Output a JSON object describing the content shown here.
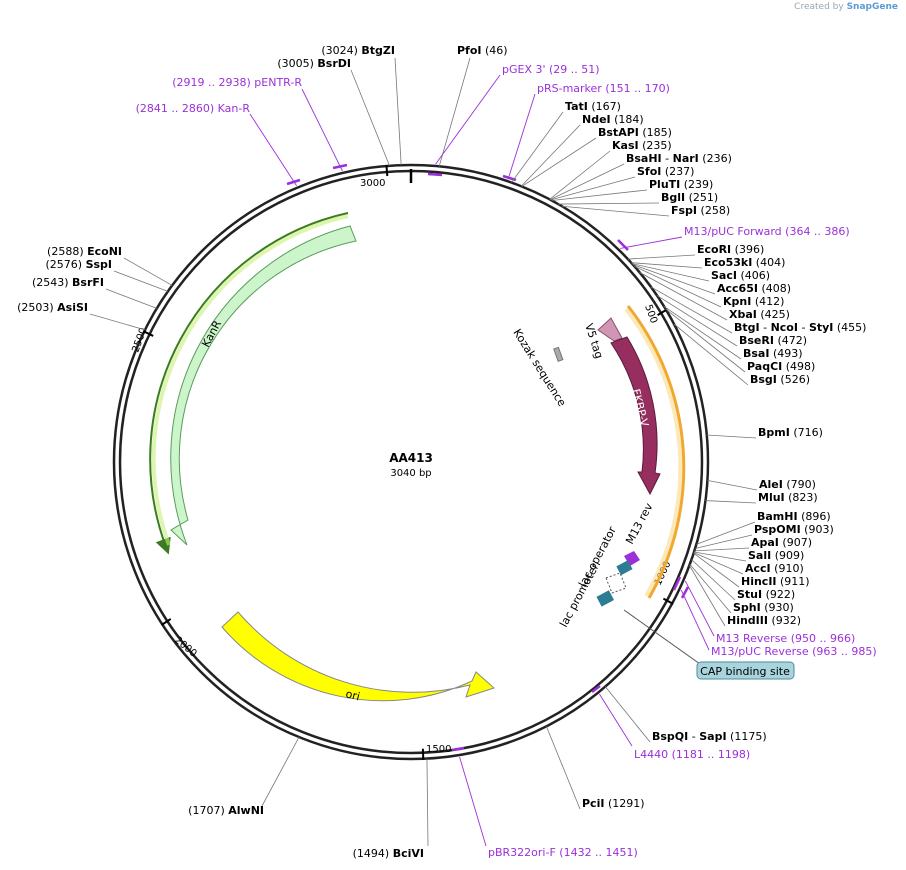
{
  "credit": {
    "prefix": "Created by",
    "brand": "SnapGene"
  },
  "plasmid": {
    "name": "AA413",
    "length_label": "3040 bp"
  },
  "ticks": [
    "500",
    "1000",
    "1500",
    "2000",
    "2500",
    "3000"
  ],
  "features": {
    "kanr": "KanR",
    "ori": "ori",
    "fkbp": "FKBP-V",
    "v5": "V5 tag",
    "kozak": "Kozak sequence",
    "m13rev": "M13 rev",
    "lacop": "lac operator",
    "lacprom": "lac promoter",
    "cap": "CAP binding site"
  },
  "sites_right": [
    {
      "name": "PfoI",
      "pos": "(46)"
    },
    {
      "name": "TatI",
      "pos": "(167)"
    },
    {
      "name": "NdeI",
      "pos": "(184)"
    },
    {
      "name": "BstAPI",
      "pos": "(185)"
    },
    {
      "name": "KasI",
      "pos": "(235)"
    },
    {
      "name": "BsaHI - NarI",
      "pos": "(236)"
    },
    {
      "name": "SfoI",
      "pos": "(237)"
    },
    {
      "name": "PluTI",
      "pos": "(239)"
    },
    {
      "name": "BglI",
      "pos": "(251)"
    },
    {
      "name": "FspI",
      "pos": "(258)"
    },
    {
      "name": "EcoRI",
      "pos": "(396)"
    },
    {
      "name": "Eco53kI",
      "pos": "(404)"
    },
    {
      "name": "SacI",
      "pos": "(406)"
    },
    {
      "name": "Acc65I",
      "pos": "(408)"
    },
    {
      "name": "KpnI",
      "pos": "(412)"
    },
    {
      "name": "XbaI",
      "pos": "(425)"
    },
    {
      "name": "BtgI - NcoI - StyI",
      "pos": "(455)"
    },
    {
      "name": "BseRI",
      "pos": "(472)"
    },
    {
      "name": "BsaI",
      "pos": "(493)"
    },
    {
      "name": "PaqCI",
      "pos": "(498)"
    },
    {
      "name": "BsgI",
      "pos": "(526)"
    },
    {
      "name": "BpmI",
      "pos": "(716)"
    },
    {
      "name": "AleI",
      "pos": "(790)"
    },
    {
      "name": "MluI",
      "pos": "(823)"
    },
    {
      "name": "BamHI",
      "pos": "(896)"
    },
    {
      "name": "PspOMI",
      "pos": "(903)"
    },
    {
      "name": "ApaI",
      "pos": "(907)"
    },
    {
      "name": "SalI",
      "pos": "(909)"
    },
    {
      "name": "AccI",
      "pos": "(910)"
    },
    {
      "name": "HincII",
      "pos": "(911)"
    },
    {
      "name": "StuI",
      "pos": "(922)"
    },
    {
      "name": "SphI",
      "pos": "(930)"
    },
    {
      "name": "HindIII",
      "pos": "(932)"
    },
    {
      "name": "BspQI - SapI",
      "pos": "(1175)"
    },
    {
      "name": "PciI",
      "pos": "(1291)"
    }
  ],
  "sites_left": [
    {
      "name": "BtgZI",
      "pos": "(3024)"
    },
    {
      "name": "BsrDI",
      "pos": "(3005)"
    },
    {
      "name": "EcoNI",
      "pos": "(2588)"
    },
    {
      "name": "SspI",
      "pos": "(2576)"
    },
    {
      "name": "BsrFI",
      "pos": "(2543)"
    },
    {
      "name": "AsiSI",
      "pos": "(2503)"
    },
    {
      "name": "AlwNI",
      "pos": "(1707)"
    },
    {
      "name": "BciVI",
      "pos": "(1494)"
    }
  ],
  "primers": [
    {
      "name": "pGEX 3'",
      "range": "(29 .. 51)"
    },
    {
      "name": "pRS-marker",
      "range": "(151 .. 170)"
    },
    {
      "name": "M13/pUC Forward",
      "range": "(364 .. 386)"
    },
    {
      "name": "M13 Reverse",
      "range": "(950 .. 966)"
    },
    {
      "name": "M13/pUC Reverse",
      "range": "(963 .. 985)"
    },
    {
      "name": "L4440",
      "range": "(1181 .. 1198)"
    },
    {
      "name": "pBR322ori-F",
      "range": "(1432 .. 1451)"
    },
    {
      "name": "pENTR-R",
      "range": "(2919 .. 2938)"
    },
    {
      "name": "Kan-R",
      "range": "(2841 .. 2860)"
    }
  ],
  "colors": {
    "primer": "#9b30d9",
    "kanr_fill": "#ccf5cc",
    "ori_fill": "#ffff00",
    "fkbp_fill": "#962e60",
    "v5_fill": "#d196b4",
    "lac_fill": "#2c7d94",
    "m13_fill": "#9b30d9",
    "cap_fill": "#a9d4de"
  }
}
